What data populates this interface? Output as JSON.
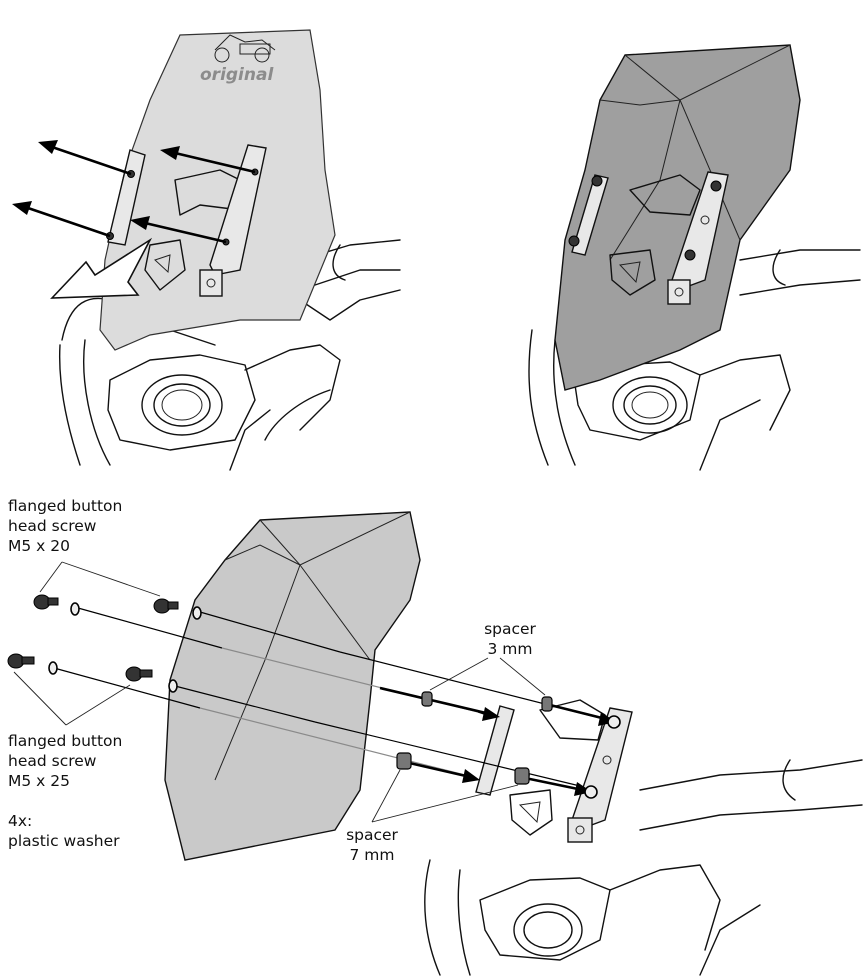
{
  "logo": {
    "text": "original"
  },
  "labels": {
    "screw_20": [
      "flanged button",
      "head screw",
      "M5 x 20"
    ],
    "screw_25": [
      "flanged button",
      "head screw",
      "M5 x 25"
    ],
    "washer": [
      "4x:",
      "plastic washer"
    ],
    "spacer_3": [
      "spacer",
      "3 mm"
    ],
    "spacer_7": [
      "spacer",
      "7 mm"
    ]
  },
  "icons": [
    "arrow-icon",
    "screw-icon",
    "washer-icon",
    "spacer-icon",
    "motorbike-logo-icon"
  ],
  "colors": {
    "line": "#111111",
    "shield_fill": "#c9c9c9",
    "logo": "#8c8c8c"
  }
}
